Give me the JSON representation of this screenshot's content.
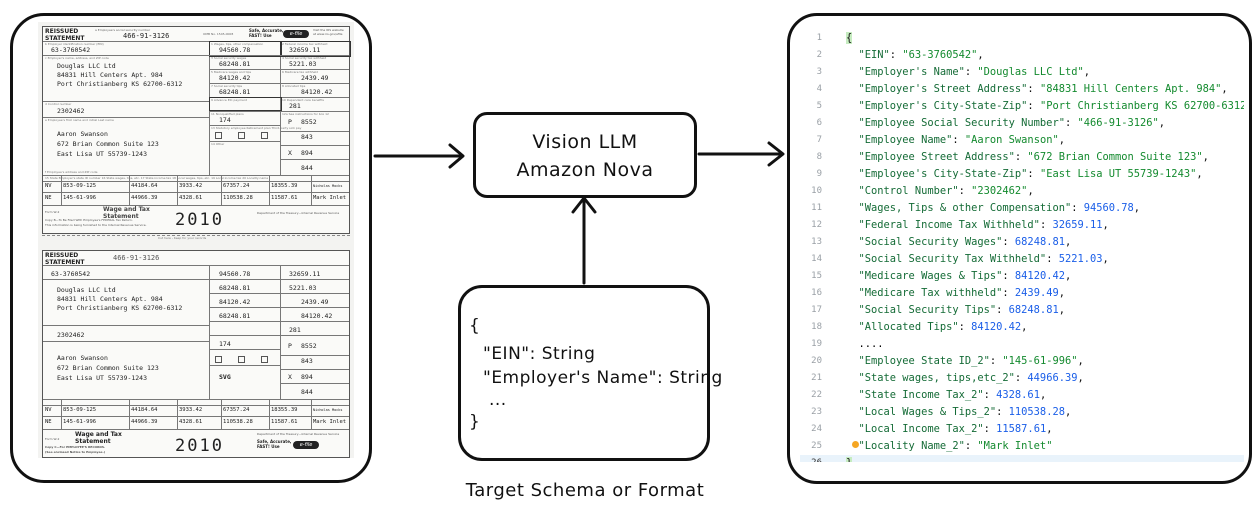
{
  "document": {
    "year": "2010",
    "top_copy": {
      "title_line1": "REISSUED",
      "title_line2": "STATEMENT",
      "ssn_label": "a  Employee's social security number",
      "ssn": "466-91-3126",
      "omb": "OMB No. 1545-0008",
      "safe_line1": "Safe, Accurate,",
      "safe_line2": "FAST! Use",
      "efile": "e-file",
      "visit_line1": "Visit the IRS website",
      "visit_line2": "at www.irs.gov/efile",
      "ein_label": "b  Employer identification number (EIN)",
      "ein": "63-3760542",
      "employer_label": "c  Employer's name, address, and ZIP code",
      "employer_name": "Douglas LLC Ltd",
      "employer_street": "84831 Hill Centers Apt. 984",
      "employer_city": "Port Christianberg KS  62700-6312",
      "control_label": "d  Control number",
      "control": "2302462",
      "employee_label": "e  Employee's first name and initial     Last name",
      "employee_name": "Aaron  Swanson",
      "employee_street": "672 Brian Common Suite 123",
      "employee_city": "East Lisa UT    55739-1243",
      "address_label": "f  Employee's address and ZIP code",
      "box1_label": "1  Wages, tips, other compensation",
      "box1": "94560.78",
      "box2_label": "2  Federal income tax withheld",
      "box2": "32659.11",
      "box3_label": "3  Social security wages",
      "box3": "68248.81",
      "box4_label": "4  Social security tax withheld",
      "box4": "5221.03",
      "box5_label": "5  Medicare wages and tips",
      "box5": "84120.42",
      "box6_label": "6  Medicare tax withheld",
      "box6": "2439.49",
      "box7_label": "7  Social security tips",
      "box7": "68248.81",
      "box8_label": "8  Allocated tips",
      "box8": "84120.42",
      "box9_label": "9  Advance EIC payment",
      "box10_label": "10  Dependent care benefits",
      "box10": "281",
      "box11_label": "11  Nonqualified plans",
      "box11": "174",
      "box12_label": "12a  See instructions for box 12",
      "box12a_code": "P",
      "box12a": "8552",
      "box12b": "843",
      "box12c_code": "X",
      "box12c": "894",
      "box12d": "844",
      "box13_label": "13  Statutory employee   Retirement plan   Third-party sick pay",
      "box14_label": "14  Other",
      "state_header": "15  State   Employer's state ID number        16  State wages, tips, etc.   17  State income tax   18  Local wages, tips, etc.   19  Local income tax   20  Locality name",
      "row1": [
        "NV",
        "853-09-125",
        "44184.64",
        "3933.42",
        "67357.24",
        "18355.39",
        "Nicholas Mocks"
      ],
      "row2": [
        "NE",
        "145-61-996",
        "44966.39",
        "4328.61",
        "110538.28",
        "11587.61",
        "Mark Inlet"
      ],
      "form_label": "Form W-2",
      "wage_title_line1": "Wage and Tax",
      "wage_title_line2": "Statement",
      "dept": "Department of the Treasury—Internal Revenue Service",
      "copy_note": "Copy B—To Be Filed With Employee's FEDERAL Tax Return.",
      "copy_note2": "This information is being furnished to the Internal Revenue Service."
    },
    "cut_text": "Cut here - Keep for your records",
    "bottom_copy": {
      "title_line1": "REISSUED",
      "title_line2": "STATEMENT",
      "ssn": "466-91-3126",
      "ein": "63-3760542",
      "employer_name": "Douglas LLC Ltd",
      "employer_street": "84831 Hill Centers Apt. 984",
      "employer_city": "Port Christianberg KS  62700-6312",
      "control": "2302462",
      "employee_name": "Aaron  Swanson",
      "employee_street": "672 Brian Common Suite 123",
      "employee_city": "East Lisa UT    55739-1243",
      "box1": "94560.78",
      "box2": "32659.11",
      "box3": "68248.81",
      "box4": "5221.03",
      "box5": "84120.42",
      "box6": "2439.49",
      "box7": "68248.81",
      "box8": "84120.42",
      "box10": "281",
      "box11": "174",
      "box12a_code": "P",
      "box12a": "8552",
      "box12b": "843",
      "box12c_code": "X",
      "box12c": "894",
      "box12d": "844",
      "handwritten": "SVG",
      "row1": [
        "NV",
        "853-09-125",
        "44184.64",
        "3933.42",
        "67357.24",
        "18355.39",
        "Nicholas Mocks"
      ],
      "row2": [
        "NE",
        "145-61-996",
        "44966.39",
        "4328.61",
        "110538.28",
        "11587.61",
        "Mark Inlet"
      ],
      "form_label": "Form W-2",
      "wage_title_line1": "Wage and Tax",
      "wage_title_line2": "Statement",
      "copy_label": "Copy C—For EMPLOYEE'S RECORDS.",
      "copy_label2": "(See enclosed Notice to Employee.)",
      "dept": "Department of the Treasury—Internal Revenue Service",
      "safe_line1": "Safe, Accurate,",
      "safe_line2": "FAST! Use",
      "efile": "e-file"
    }
  },
  "llm": {
    "line1": "Vision LLM",
    "line2": "Amazon Nova"
  },
  "schema": {
    "open_brace": "{",
    "line1": "\"EIN\": String",
    "line2": "\"Employer's Name\": String",
    "ellipsis": "...",
    "close_brace": "}",
    "caption": "Target Schema or Format"
  },
  "output": {
    "lines": [
      {
        "n": "1",
        "parts": [
          {
            "t": "brace",
            "v": "{"
          }
        ]
      },
      {
        "n": "2",
        "parts": [
          {
            "t": "key",
            "v": "  \"EIN\""
          },
          {
            "t": "punc",
            "v": ": "
          },
          {
            "t": "str",
            "v": "\"63-3760542\""
          },
          {
            "t": "punc",
            "v": ","
          }
        ]
      },
      {
        "n": "3",
        "parts": [
          {
            "t": "key",
            "v": "  \"Employer's Name\""
          },
          {
            "t": "punc",
            "v": ": "
          },
          {
            "t": "str",
            "v": "\"Douglas LLC Ltd\""
          },
          {
            "t": "punc",
            "v": ","
          }
        ]
      },
      {
        "n": "4",
        "parts": [
          {
            "t": "key",
            "v": "  \"Employer's Street Address\""
          },
          {
            "t": "punc",
            "v": ": "
          },
          {
            "t": "str",
            "v": "\"84831 Hill Centers Apt. 984\""
          },
          {
            "t": "punc",
            "v": ","
          }
        ]
      },
      {
        "n": "5",
        "parts": [
          {
            "t": "key",
            "v": "  \"Employer's City-State-Zip\""
          },
          {
            "t": "punc",
            "v": ": "
          },
          {
            "t": "str",
            "v": "\"Port Christianberg KS 62700-6312\""
          },
          {
            "t": "punc",
            "v": ","
          }
        ]
      },
      {
        "n": "6",
        "parts": [
          {
            "t": "key",
            "v": "  \"Employee Social Security Number\""
          },
          {
            "t": "punc",
            "v": ": "
          },
          {
            "t": "str",
            "v": "\"466-91-3126\""
          },
          {
            "t": "punc",
            "v": ","
          }
        ]
      },
      {
        "n": "7",
        "parts": [
          {
            "t": "key",
            "v": "  \"Employee Name\""
          },
          {
            "t": "punc",
            "v": ": "
          },
          {
            "t": "str",
            "v": "\"Aaron Swanson\""
          },
          {
            "t": "punc",
            "v": ","
          }
        ]
      },
      {
        "n": "8",
        "parts": [
          {
            "t": "key",
            "v": "  \"Employee Street Address\""
          },
          {
            "t": "punc",
            "v": ": "
          },
          {
            "t": "str",
            "v": "\"672 Brian Common Suite 123\""
          },
          {
            "t": "punc",
            "v": ","
          }
        ]
      },
      {
        "n": "9",
        "parts": [
          {
            "t": "key",
            "v": "  \"Employee's City-State-Zip\""
          },
          {
            "t": "punc",
            "v": ": "
          },
          {
            "t": "str",
            "v": "\"East Lisa UT 55739-1243\""
          },
          {
            "t": "punc",
            "v": ","
          }
        ]
      },
      {
        "n": "10",
        "parts": [
          {
            "t": "key",
            "v": "  \"Control Number\""
          },
          {
            "t": "punc",
            "v": ": "
          },
          {
            "t": "str",
            "v": "\"2302462\""
          },
          {
            "t": "punc",
            "v": ","
          }
        ]
      },
      {
        "n": "11",
        "parts": [
          {
            "t": "key",
            "v": "  \"Wages, Tips & other Compensation\""
          },
          {
            "t": "punc",
            "v": ": "
          },
          {
            "t": "num",
            "v": "94560.78"
          },
          {
            "t": "punc",
            "v": ","
          }
        ]
      },
      {
        "n": "12",
        "parts": [
          {
            "t": "key",
            "v": "  \"Federal Income Tax Withheld\""
          },
          {
            "t": "punc",
            "v": ": "
          },
          {
            "t": "num",
            "v": "32659.11"
          },
          {
            "t": "punc",
            "v": ","
          }
        ]
      },
      {
        "n": "13",
        "parts": [
          {
            "t": "key",
            "v": "  \"Social Security Wages\""
          },
          {
            "t": "punc",
            "v": ": "
          },
          {
            "t": "num",
            "v": "68248.81"
          },
          {
            "t": "punc",
            "v": ","
          }
        ]
      },
      {
        "n": "14",
        "parts": [
          {
            "t": "key",
            "v": "  \"Social Security Tax Withheld\""
          },
          {
            "t": "punc",
            "v": ": "
          },
          {
            "t": "num",
            "v": "5221.03"
          },
          {
            "t": "punc",
            "v": ","
          }
        ]
      },
      {
        "n": "15",
        "parts": [
          {
            "t": "key",
            "v": "  \"Medicare Wages & Tips\""
          },
          {
            "t": "punc",
            "v": ": "
          },
          {
            "t": "num",
            "v": "84120.42"
          },
          {
            "t": "punc",
            "v": ","
          }
        ]
      },
      {
        "n": "16",
        "parts": [
          {
            "t": "key",
            "v": "  \"Medicare Tax withheld\""
          },
          {
            "t": "punc",
            "v": ": "
          },
          {
            "t": "num",
            "v": "2439.49"
          },
          {
            "t": "punc",
            "v": ","
          }
        ]
      },
      {
        "n": "17",
        "parts": [
          {
            "t": "key",
            "v": "  \"Social Security Tips\""
          },
          {
            "t": "punc",
            "v": ": "
          },
          {
            "t": "num",
            "v": "68248.81"
          },
          {
            "t": "punc",
            "v": ","
          }
        ]
      },
      {
        "n": "18",
        "parts": [
          {
            "t": "key",
            "v": "  \"Allocated Tips\""
          },
          {
            "t": "punc",
            "v": ": "
          },
          {
            "t": "num",
            "v": "84120.42"
          },
          {
            "t": "punc",
            "v": ","
          }
        ]
      },
      {
        "n": "19",
        "parts": [
          {
            "t": "dots",
            "v": "  ...."
          }
        ]
      },
      {
        "n": "20",
        "parts": [
          {
            "t": "key",
            "v": "  \"Employee State ID_2\""
          },
          {
            "t": "punc",
            "v": ": "
          },
          {
            "t": "str",
            "v": "\"145-61-996\""
          },
          {
            "t": "punc",
            "v": ","
          }
        ]
      },
      {
        "n": "21",
        "parts": [
          {
            "t": "key",
            "v": "  \"State wages, tips,etc_2\""
          },
          {
            "t": "punc",
            "v": ": "
          },
          {
            "t": "num",
            "v": "44966.39"
          },
          {
            "t": "punc",
            "v": ","
          }
        ]
      },
      {
        "n": "22",
        "parts": [
          {
            "t": "key",
            "v": "  \"State Income Tax_2\""
          },
          {
            "t": "punc",
            "v": ": "
          },
          {
            "t": "num",
            "v": "4328.61"
          },
          {
            "t": "punc",
            "v": ","
          }
        ]
      },
      {
        "n": "23",
        "parts": [
          {
            "t": "key",
            "v": "  \"Local Wages & Tips_2\""
          },
          {
            "t": "punc",
            "v": ": "
          },
          {
            "t": "num",
            "v": "110538.28"
          },
          {
            "t": "punc",
            "v": ","
          }
        ]
      },
      {
        "n": "24",
        "parts": [
          {
            "t": "key",
            "v": "  \"Local Income Tax_2\""
          },
          {
            "t": "punc",
            "v": ": "
          },
          {
            "t": "num",
            "v": "11587.61"
          },
          {
            "t": "punc",
            "v": ","
          }
        ]
      },
      {
        "n": "25",
        "parts": [
          {
            "t": "key",
            "v": "  \"Locality Name_2\""
          },
          {
            "t": "punc",
            "v": ": "
          },
          {
            "t": "str",
            "v": "\"Mark Inlet\""
          }
        ]
      },
      {
        "n": "26",
        "parts": [
          {
            "t": "brace",
            "v": "}"
          }
        ],
        "active": true
      }
    ]
  }
}
